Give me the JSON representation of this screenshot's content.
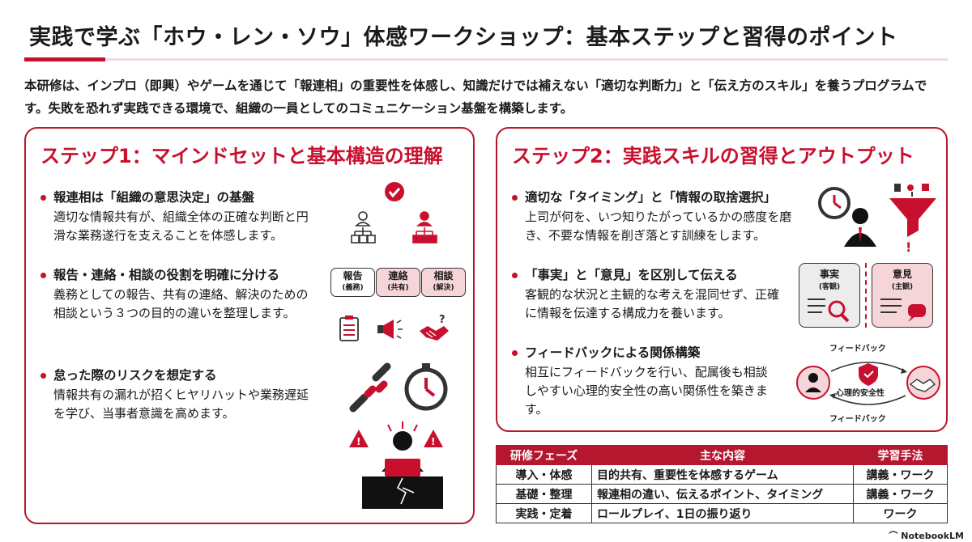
{
  "title": "実践で学ぶ「ホウ・レン・ソウ」体感ワークショップ：基本ステップと習得のポイント",
  "intro": "本研修は、インプロ（即興）やゲームを通じて「報連相」の重要性を体感し、知識だけでは補えない「適切な判断力」と「伝え方のスキル」を養うプログラムです。失敗を恐れず実践できる環境で、組織の一員としてのコミュニケーション基盤を構築します。",
  "step1": {
    "title": "ステップ1：マインドセットと基本構造の理解",
    "items": [
      {
        "head": "報連相は「組織の意思決定」の基盤",
        "body": "適切な情報共有が、組織全体の正確な判断と円滑な業務遂行を支えることを体感します。"
      },
      {
        "head": "報告・連絡・相談の役割を明確に分ける",
        "body": "義務としての報告、共有の連絡、解決のための相談という３つの目的の違いを整理します。"
      },
      {
        "head": "怠った際のリスクを想定する",
        "body": "情報共有の漏れが招くヒヤリハットや業務遅延を学び、当事者意識を高めます。"
      }
    ],
    "tags": [
      {
        "label": "報告",
        "sub": "(義務)"
      },
      {
        "label": "連絡",
        "sub": "(共有)"
      },
      {
        "label": "相談",
        "sub": "(解決)"
      }
    ]
  },
  "step2": {
    "title": "ステップ2：実践スキルの習得とアウトプット",
    "items": [
      {
        "head": "適切な「タイミング」と「情報の取捨選択」",
        "body": "上司が何を、いつ知りたがっているかの感度を磨き、不要な情報を削ぎ落とす訓練をします。"
      },
      {
        "head": "「事実」と「意見」を区別して伝える",
        "body": "客観的な状況と主観的な考えを混同せず、正確に情報を伝達する構成力を養います。"
      },
      {
        "head": "フィードバックによる関係構築",
        "body": "相互にフィードバックを行い、配属後も相談しやすい心理的安全性の高い関係性を築きます。"
      }
    ],
    "fact_label": "事実",
    "fact_sub": "(客観)",
    "opinion_label": "意見",
    "opinion_sub": "(主観)",
    "feedback_top": "フィードバック",
    "feedback_bottom": "フィードバック",
    "safety_label": "心理的安全性"
  },
  "table": {
    "headers": [
      "研修フェーズ",
      "主な内容",
      "学習手法"
    ],
    "rows": [
      [
        "導入・体感",
        "目的共有、重要性を体感するゲーム",
        "講義・ワーク"
      ],
      [
        "基礎・整理",
        "報連相の違い、伝えるポイント、タイミング",
        "講義・ワーク"
      ],
      [
        "実践・定着",
        "ロールプレイ、1日の振り返り",
        "ワーク"
      ]
    ]
  },
  "logo": "NotebookLM",
  "colors": {
    "accent": "#c8102e",
    "border": "#b5172f",
    "pink": "#f6d5d9"
  }
}
